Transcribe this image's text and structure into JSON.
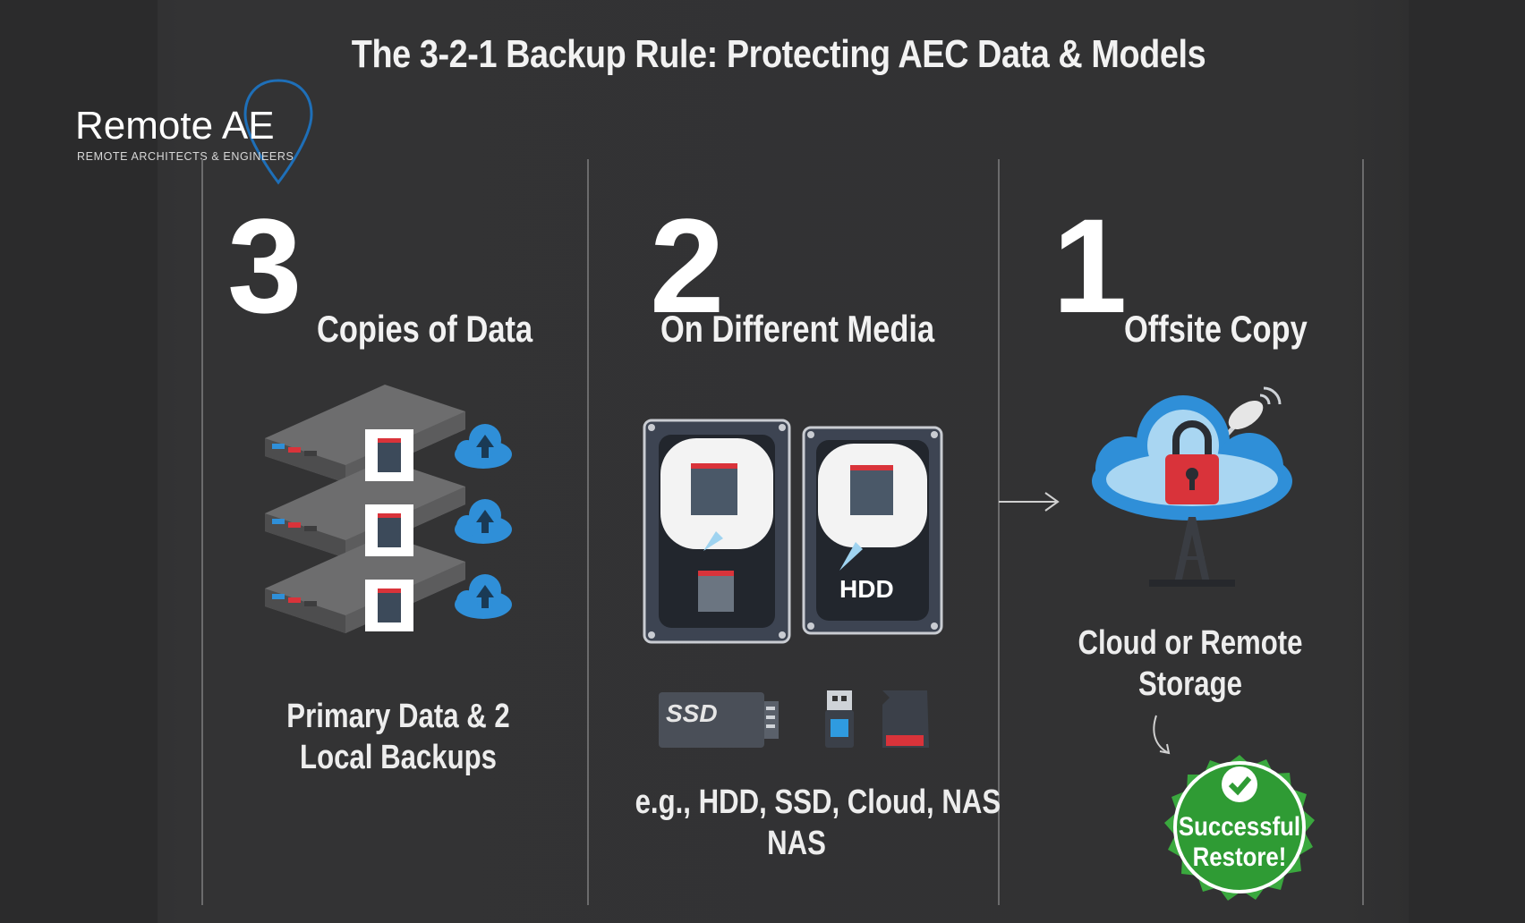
{
  "header": {
    "title": "The 3-2-1 Backup Rule: Protecting AEC Data & Models"
  },
  "logo": {
    "wordmark": "Remote AE",
    "tagline": "REMOTE ARCHITECTS & ENGINEERS"
  },
  "columns": [
    {
      "number": "3",
      "heading": "Copies of Data",
      "caption_lines": [
        "Primary Data & 2",
        "Local Backups"
      ],
      "illustration": "stacked-servers-with-cloud-upload-icons"
    },
    {
      "number": "2",
      "heading": "On Different Media",
      "drive_label": "HDD",
      "ssd_label": "SSD",
      "caption_lines": [
        "e.g., HDD, SSD, Cloud, NAS",
        "NAS"
      ],
      "illustration": "hard-drives-ssd-usb-sdcard"
    },
    {
      "number": "1",
      "heading": "Offsite Copy",
      "caption_lines": [
        "Cloud or Remote",
        "Storage"
      ],
      "illustration": "cloud-lock-satellite-tower",
      "badge_lines": [
        "Successful",
        "Restore!"
      ]
    }
  ],
  "colors": {
    "background": "#323233",
    "accent_blue": "#2f8fd8",
    "accent_red": "#d9333a",
    "badge_green": "#3aa83e",
    "logo_pin": "#1e6fb8"
  }
}
